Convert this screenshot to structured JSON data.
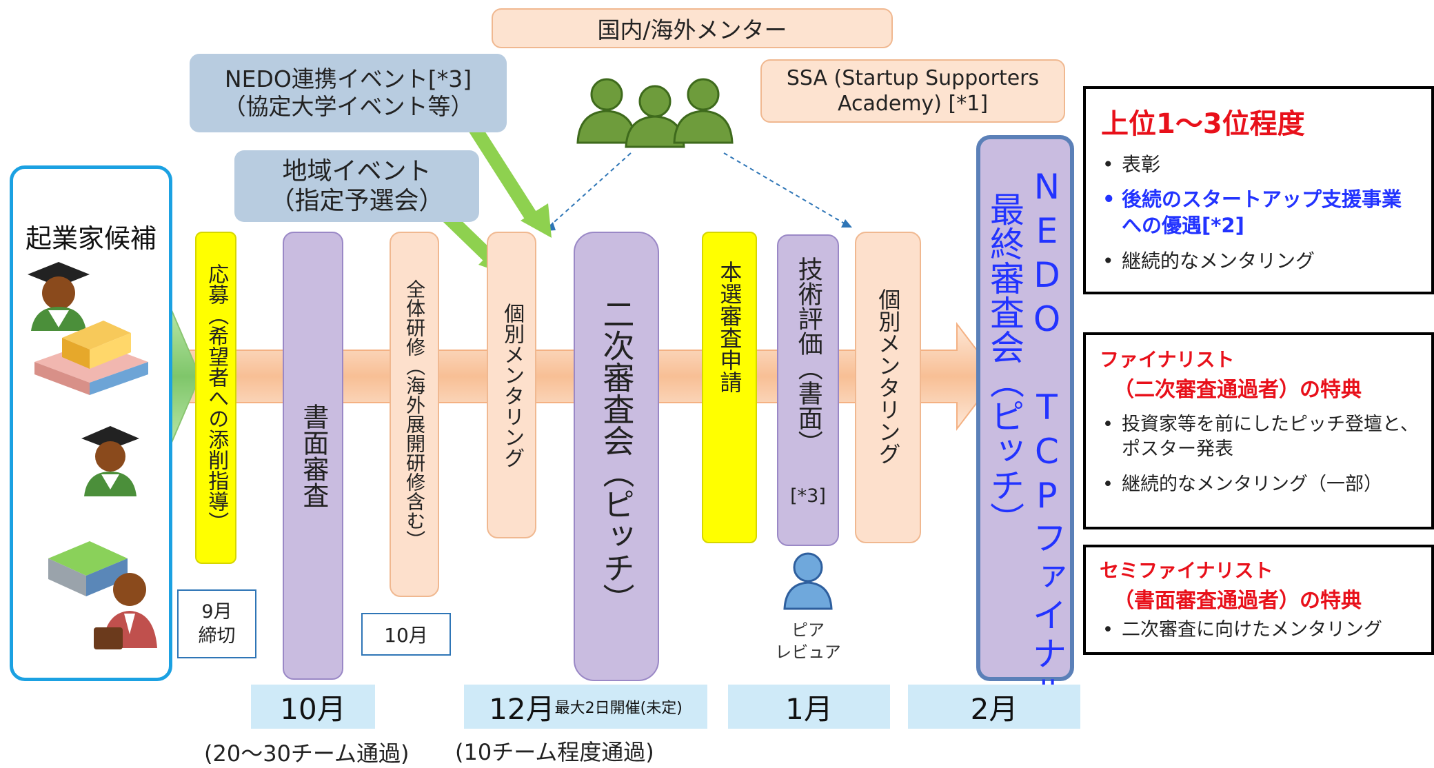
{
  "mentors": {
    "domestic_overseas": "国内/海外メンター",
    "ssa": "SSA (Startup Supporters Academy) [*1]"
  },
  "events": {
    "nedo_event": {
      "line1": "NEDO連携イベント[*3]",
      "line2": "（協定大学イベント等）"
    },
    "regional_event": {
      "line1": "地域イベント",
      "line2": "（指定予選会）"
    }
  },
  "candidates": {
    "label": "起業家候補"
  },
  "steps": {
    "apply": "応募（希望者への添削指導）",
    "document_review": "書面審査",
    "training": "全体研修（海外展開研修含む）",
    "mentoring1": "個別メンタリング",
    "second_review": "二次審査会（ピッチ）",
    "main_application": "本選審査申請",
    "tech_eval": "技術評価（書面）",
    "tech_eval_ref": "[*3]",
    "mentoring2": "個別メンタリング",
    "final_col1": "NEDO TCPファイナル",
    "final_col2": "最終審査会（ピッチ）"
  },
  "small_labels": {
    "deadline_line1": "9月",
    "deadline_line2": "締切",
    "training_month": "10月",
    "peer_review_line1": "ピア",
    "peer_review_line2": "レビュア"
  },
  "months": {
    "m1": "10月",
    "m2": "12月",
    "m2_note": "最大2日開催(未定)",
    "m3": "1月",
    "m4": "2月"
  },
  "pass_counts": {
    "c1": "(20～30チーム通過)",
    "c2": "(10チーム程度通過)"
  },
  "panels": {
    "top": {
      "title": "上位1～3位程度",
      "items": [
        "表彰",
        "後続のスタートアップ支援事業への優遇[*2]",
        "継続的なメンタリング"
      ]
    },
    "finalist": {
      "title_line1": "ファイナリスト",
      "title_line2": "（二次審査通過者）の特典",
      "items": [
        "投資家等を前にしたピッチ登壇と、ポスター発表",
        "継続的なメンタリング（一部）"
      ]
    },
    "semifinalist": {
      "title_line1": "セミファイナリスト",
      "title_line2": "（書面審査通過者）の特典",
      "items": [
        "二次審査に向けたメンタリング"
      ]
    }
  },
  "colors": {
    "yellow": "#ffff00",
    "purple": "#c9bce0",
    "peach": "#fde0cc",
    "blue_box": "#b8cce0",
    "green_arrow": "#8ed14f",
    "month_bg": "#cfeaf8",
    "final_text": "#2233ff",
    "red_title": "#e8101a"
  }
}
